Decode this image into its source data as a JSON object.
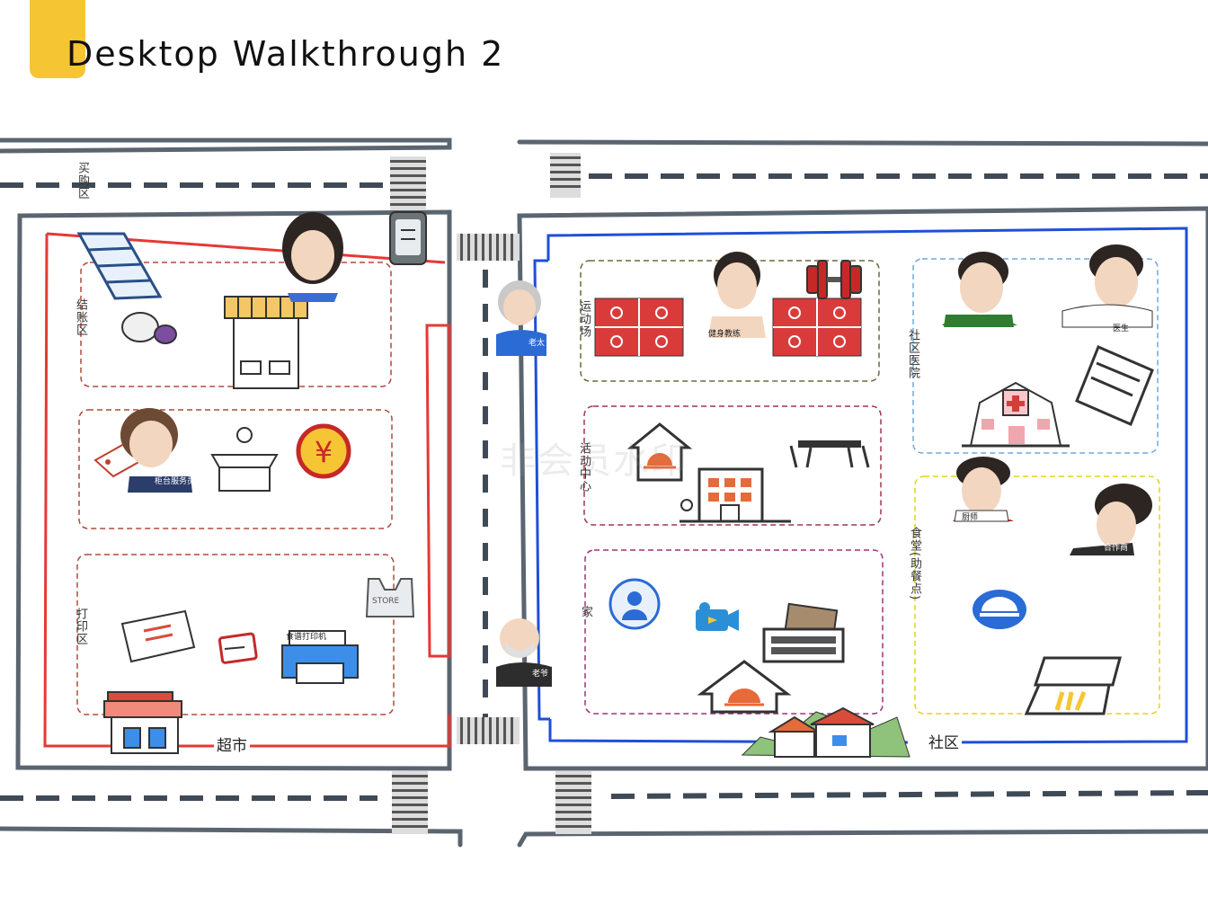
{
  "slide": {
    "title": "Desktop Walkthrough 2"
  },
  "colors": {
    "accent": "#f6c533",
    "road_border": "#5b6570",
    "supermarket_border": "#e53935",
    "community_border": "#1e4fd8",
    "clinic_border": "#6fa8dc",
    "canteen_border": "#e6d21a"
  },
  "areas": {
    "supermarket": {
      "label": "超市",
      "zones": [
        {
          "label": "买购区"
        },
        {
          "label": "结账区"
        },
        {
          "label": "打印区"
        }
      ]
    },
    "community": {
      "label": "社区",
      "zones": [
        {
          "label": "运动场"
        },
        {
          "label": "活动中心"
        },
        {
          "label": "家"
        },
        {
          "label": "社区医院"
        },
        {
          "label": "食堂(助餐点)"
        }
      ]
    }
  },
  "figures": {
    "counter_staff": "柜台服务员",
    "old_lady": "老太",
    "old_man": "老爷",
    "fitness_coach": "健身教练",
    "doctor": "医生",
    "chef": "厨师",
    "canteen_staff": "合作商"
  },
  "printer_label": "食谱打印机",
  "store_label": "STORE",
  "icons": {
    "shelf": "shelf-icon",
    "vegetables": "vegetables-icon",
    "market_stall": "market-stall-icon",
    "menu_board": "menu-board-icon",
    "price_tag": "price-tag-icon",
    "cashier": "cashier-icon",
    "yuan_coin": "yuan-coin-icon",
    "ticket": "ticket-icon",
    "card": "card-icon",
    "printer": "printer-icon",
    "store_bag": "store-bag-icon",
    "shop": "shop-icon",
    "court": "court-icon",
    "dumbbell": "dumbbell-icon",
    "home_food": "home-food-icon",
    "tables": "tables-icon",
    "building": "building-icon",
    "globe": "globe-user-icon",
    "camera": "camera-icon",
    "radio": "radio-icon",
    "hospital": "hospital-icon",
    "sign": "sign-icon",
    "bell": "service-bell-icon",
    "restaurant": "restaurant-icon",
    "houses": "houses-icon"
  },
  "watermark": "非会员水印"
}
